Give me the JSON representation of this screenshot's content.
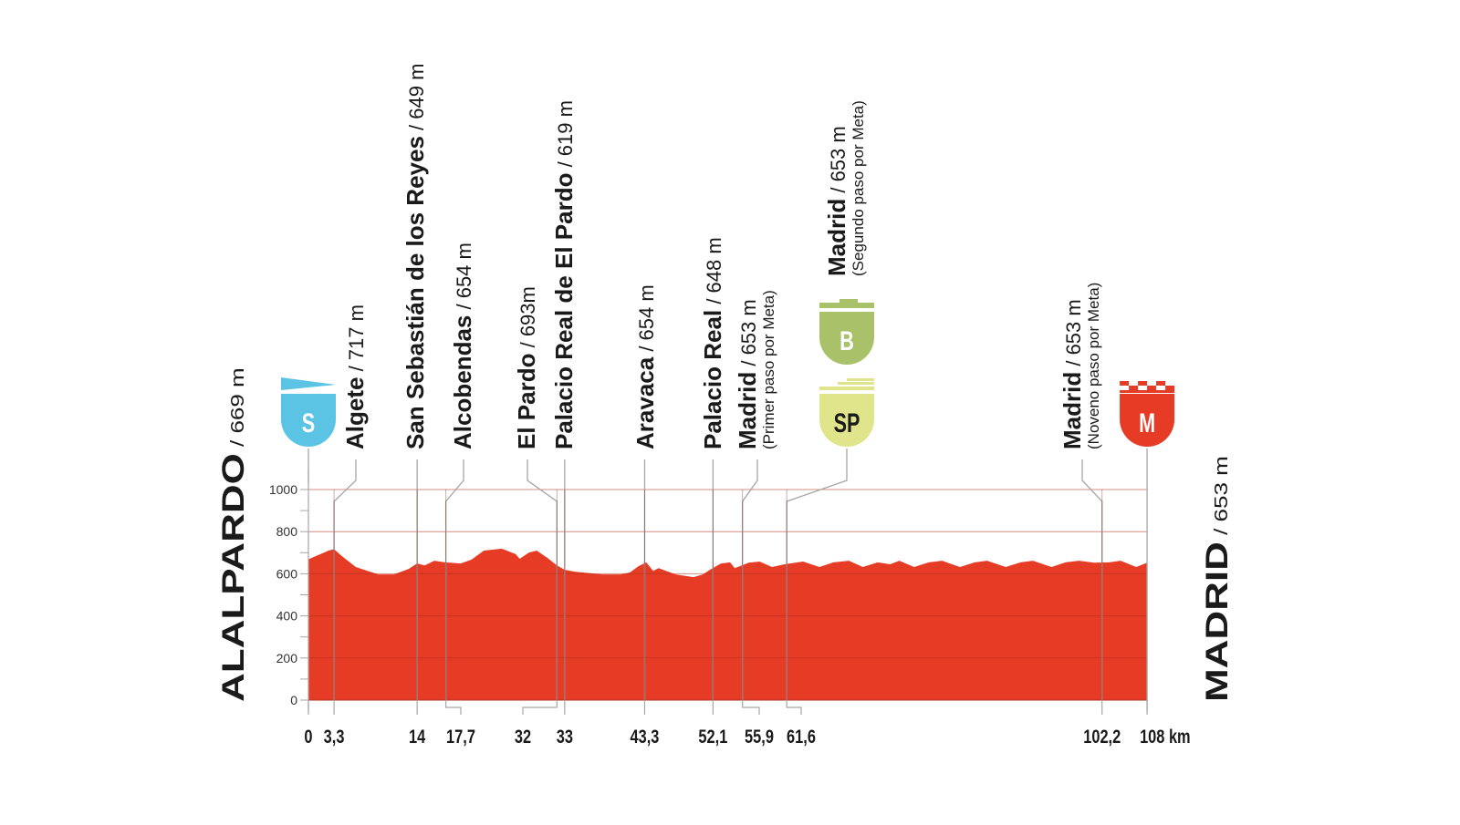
{
  "chart_data": {
    "type": "area",
    "title": "",
    "xlabel": "km",
    "ylabel": "m",
    "xlim": [
      0,
      108
    ],
    "ylim": [
      0,
      1000
    ],
    "yticks": [
      0,
      200,
      400,
      600,
      800,
      1000
    ],
    "grid": true,
    "fill_color": "#e63c26",
    "start": {
      "name": "ALALPARDO",
      "elevation": "/ 669 m"
    },
    "finish": {
      "name": "MADRID",
      "elevation": "/ 653 m"
    },
    "x_ticks": [
      {
        "km": 0,
        "label": "0"
      },
      {
        "km": 3.3,
        "label": "3,3"
      },
      {
        "km": 14,
        "label": "14"
      },
      {
        "km": 17.7,
        "label": "17,7"
      },
      {
        "km": 32,
        "label": "32"
      },
      {
        "km": 33,
        "label": "33"
      },
      {
        "km": 43.3,
        "label": "43,3"
      },
      {
        "km": 52.1,
        "label": "52,1"
      },
      {
        "km": 55.9,
        "label": "55,9"
      },
      {
        "km": 61.6,
        "label": "61,6"
      },
      {
        "km": 102.2,
        "label": "102,2"
      },
      {
        "km": 108,
        "label": "108 km"
      }
    ],
    "profile": {
      "km": [
        0,
        2.6,
        3.3,
        4.3,
        6.1,
        9.0,
        11,
        12.9,
        14,
        15,
        16.2,
        17.6,
        19.6,
        21,
        22.6,
        24.9,
        26.7,
        27.2,
        28.4,
        29.4,
        30.8,
        32,
        33,
        34.3,
        37.8,
        40.2,
        41.4,
        42.5,
        43.5,
        44.4,
        45.1,
        47.3,
        49.6,
        50.8,
        51.7,
        53.1,
        54.3,
        54.9,
        56.7,
        58.1,
        59.7,
        61.3,
        63.7,
        65.8,
        67.6,
        69.6,
        71.4,
        73.3,
        74.9,
        76.1,
        78,
        79.9,
        81.6,
        83.9,
        85.8,
        87.4,
        89.8,
        91.7,
        93.3,
        95.7,
        97.5,
        99.2,
        101.2,
        103.1,
        104.6,
        106.6,
        108
      ],
      "elevation_m": [
        669,
        710,
        717,
        684,
        632,
        597,
        597,
        623,
        649,
        640,
        662,
        654,
        649,
        667,
        710,
        719,
        693,
        671,
        701,
        710,
        675,
        640,
        619,
        610,
        597,
        597,
        606,
        636,
        654,
        614,
        627,
        597,
        584,
        597,
        619,
        648,
        654,
        627,
        653,
        658,
        632,
        645,
        658,
        632,
        654,
        662,
        632,
        654,
        645,
        662,
        632,
        654,
        662,
        632,
        654,
        662,
        632,
        654,
        662,
        632,
        654,
        662,
        653,
        654,
        662,
        632,
        653
      ]
    },
    "waypoints": [
      {
        "km": 3.3,
        "name": "Algete",
        "elev": " / 717 m",
        "note": ""
      },
      {
        "km": 14,
        "name": "San Sebastián de los Reyes",
        "elev": " / 649 m",
        "note": ""
      },
      {
        "km": 17.7,
        "name": "Alcobendas",
        "elev": " / 654 m",
        "note": ""
      },
      {
        "km": 32,
        "name": "El Pardo",
        "elev": " / 693m",
        "note": ""
      },
      {
        "km": 33,
        "name": "Palacio Real de El Pardo",
        "elev": " / 619 m",
        "note": ""
      },
      {
        "km": 43.3,
        "name": "Aravaca",
        "elev": " / 654 m",
        "note": ""
      },
      {
        "km": 52.1,
        "name": "Palacio Real",
        "elev": " / 648 m",
        "note": ""
      },
      {
        "km": 55.9,
        "name": "Madrid",
        "elev": " / 653 m",
        "note": "(Primer paso por Meta)"
      },
      {
        "km": 61.6,
        "name": "Madrid",
        "elev": " / 653 m",
        "note": "(Segundo paso por Meta)"
      },
      {
        "km": 102.2,
        "name": "Madrid",
        "elev": " / 653 m",
        "note": "(Noveno paso por Meta)"
      }
    ],
    "markers": [
      {
        "km": 0,
        "letter": "S",
        "type": "start",
        "color": "#5bc3e3"
      },
      {
        "km": 61.6,
        "letter": "SP",
        "type": "sprint",
        "color": "#e0e48a"
      },
      {
        "km": 61.6,
        "letter": "B",
        "type": "bonus",
        "color": "#a9c26a"
      },
      {
        "km": 108,
        "letter": "M",
        "type": "finish",
        "color": "#e63c26"
      }
    ]
  },
  "colors": {
    "profile_fill": "#e63c26",
    "leader_line": "#a6a6a6",
    "text": "#1a1a1a",
    "start_icon": "#5bc3e3",
    "bonus_icon": "#a9c26a",
    "sprint_icon": "#e0e48a",
    "finish_icon": "#e63c26"
  }
}
